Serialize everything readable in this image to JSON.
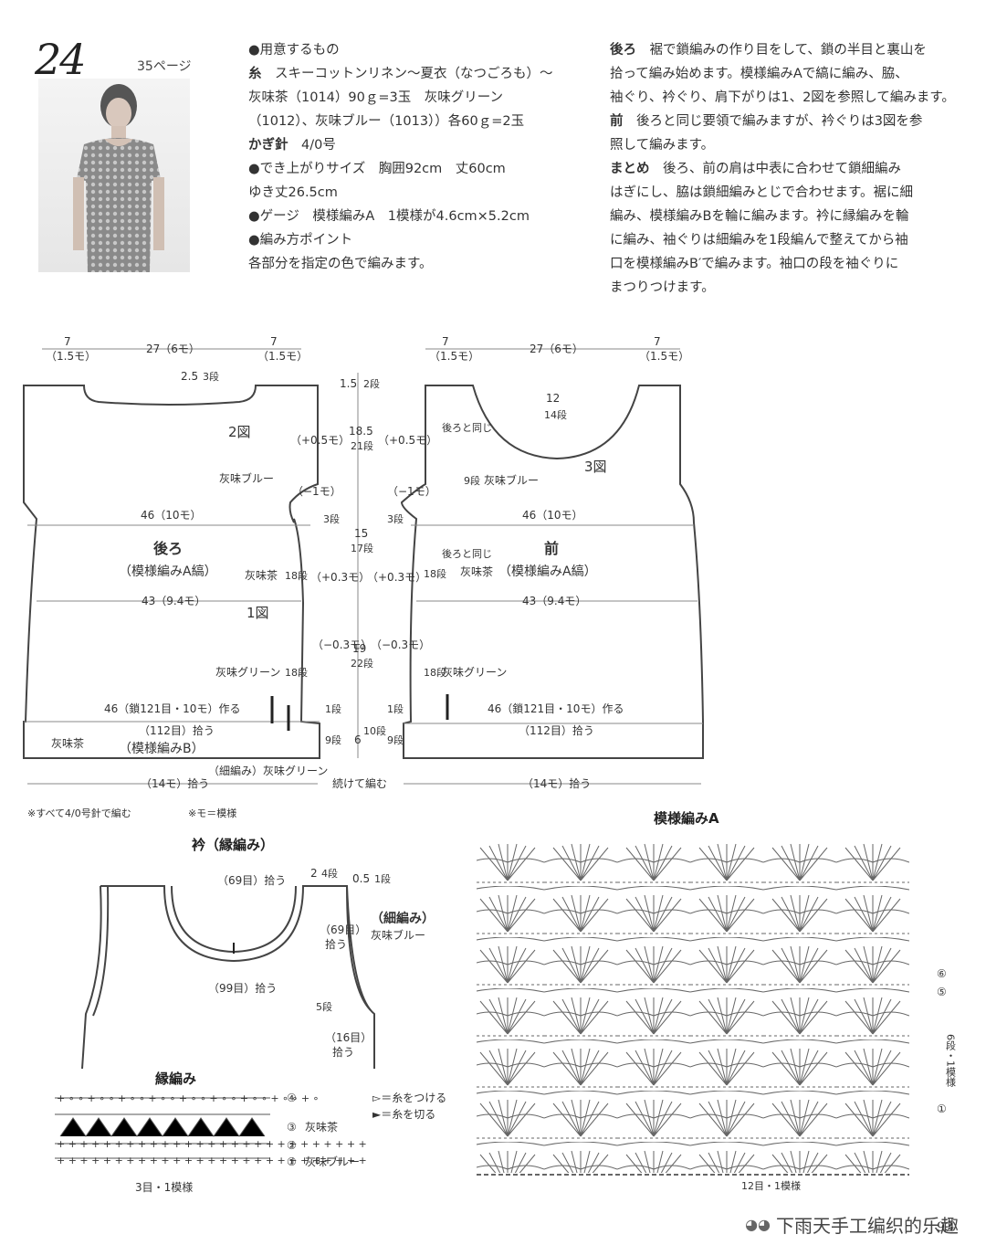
{
  "header": {
    "pattern_number": "24",
    "page_ref": "35ページ"
  },
  "materials": {
    "title": "●用意するもの",
    "yarn_label": "糸",
    "yarn_line1": "スキーコットンリネン～夏衣（なつごろも）～",
    "yarn_line2": "灰味茶（1014）90ｇ=3玉　灰味グリーン",
    "yarn_line3": "（1012）、灰味ブルー（1013））各60ｇ=2玉",
    "hook_label": "かぎ針",
    "hook_value": "4/0号",
    "size_line1": "●でき上がりサイズ　胸囲92cm　丈60cm",
    "size_line2": "ゆき丈26.5cm",
    "gauge": "●ゲージ　模様編みA　1模様が4.6cm×5.2cm",
    "point_title": "●編み方ポイント",
    "point_text": "各部分を指定の色で編みます。"
  },
  "steps": {
    "back_label": "後ろ",
    "back_l1": "裾で鎖編みの作り目をして、鎖の半目と裏山を",
    "back_l2": "拾って編み始めます。模様編みAで縞に編み、脇、",
    "back_l3": "袖ぐり、衿ぐり、肩下がりは1、2図を参照して編みます。",
    "front_label": "前",
    "front_l1": "後ろと同じ要領で編みますが、衿ぐりは3図を参",
    "front_l2": "照して編みます。",
    "finish_label": "まとめ",
    "finish_l1": "後ろ、前の肩は中表に合わせて鎖細編み",
    "finish_l2": "はぎにし、脇は鎖細編みとじで合わせます。裾に細",
    "finish_l3": "編み、模様編みBを輪に編みます。衿に縁編みを輪",
    "finish_l4": "に編み、袖ぐりは細編みを1段編んで整えてから袖",
    "finish_l5": "口を模様編みB′で編みます。袖口の段を袖ぐりに",
    "finish_l6": "まつりつけます。"
  },
  "diagram": {
    "d_7": "7",
    "d_15mo": "（1.5モ）",
    "d_27": "27（6モ）",
    "d_25": "2.5",
    "d_3dan": "3段",
    "d_fig2": "2図",
    "d_fig1": "1図",
    "d_fig3": "3図",
    "d_plus05": "（+0.5モ）",
    "d_minus1": "（−1モ）",
    "d_plus03": "（+0.3モ）",
    "d_minus03": "（−0.3モ）",
    "d_46_10": "46（10モ）",
    "d_43": "43（9.4モ）",
    "d_back": "後ろ",
    "d_front": "前",
    "d_patA": "（模様編みA縞）",
    "d_blue": "灰味ブルー",
    "d_brown": "灰味茶",
    "d_green": "灰味グリーン",
    "d_18dan": "18段",
    "d_1dan": "1段",
    "d_9dan": "9段",
    "d_cast": "46（鎖121目・10モ）作る",
    "d_112": "（112目）拾う",
    "d_patB": "（模様編みB）",
    "d_14mo": "（14モ）拾う",
    "d_hosoami_green": "（細編み）灰味グリーン",
    "d_tsuzukete": "続けて編む",
    "d_back_same": "後ろと同じ",
    "d_12": "12",
    "d_14dan": "14段",
    "d_15": "1.5",
    "d_2dan": "2段",
    "d_185": "18.5",
    "d_21dan": "21段",
    "d_15b": "15",
    "d_17dan": "17段",
    "d_19": "19",
    "d_22dan": "22段",
    "d_6": "6",
    "d_10dan": "10段"
  },
  "notes": {
    "all_needle": "※すべて4/0号針で編む",
    "mo_note": "※モ＝模様"
  },
  "collar": {
    "title": "衿（縁編み）",
    "pick69": "（69目）拾う",
    "pick69b": "（69目）",
    "pick_u": "拾う",
    "pick99": "（99目）拾う",
    "pick16": "（16目）",
    "d2": "2",
    "d4dan": "4段",
    "d05": "0.5",
    "d1dan": "1段",
    "d5dan": "5段",
    "hosoami": "（細編み）",
    "blue": "灰味ブルー"
  },
  "edging": {
    "title": "縁編み",
    "row4": "④",
    "row3": "③",
    "row2": "②",
    "row1": "①",
    "brown": "灰味茶",
    "blue": "灰味ブルー",
    "repeat": "3目・1模様",
    "attach": "▻＝糸をつける",
    "cut": "►＝糸を切る"
  },
  "patternA": {
    "title": "模様編みA",
    "row6": "⑥",
    "row5": "⑤",
    "row1": "①",
    "repeat_rows": "6段・1模様",
    "repeat_sts": "12目・1模様"
  },
  "footer": {
    "watermark": "下雨天手工编织的乐趣",
    "page": "93"
  }
}
